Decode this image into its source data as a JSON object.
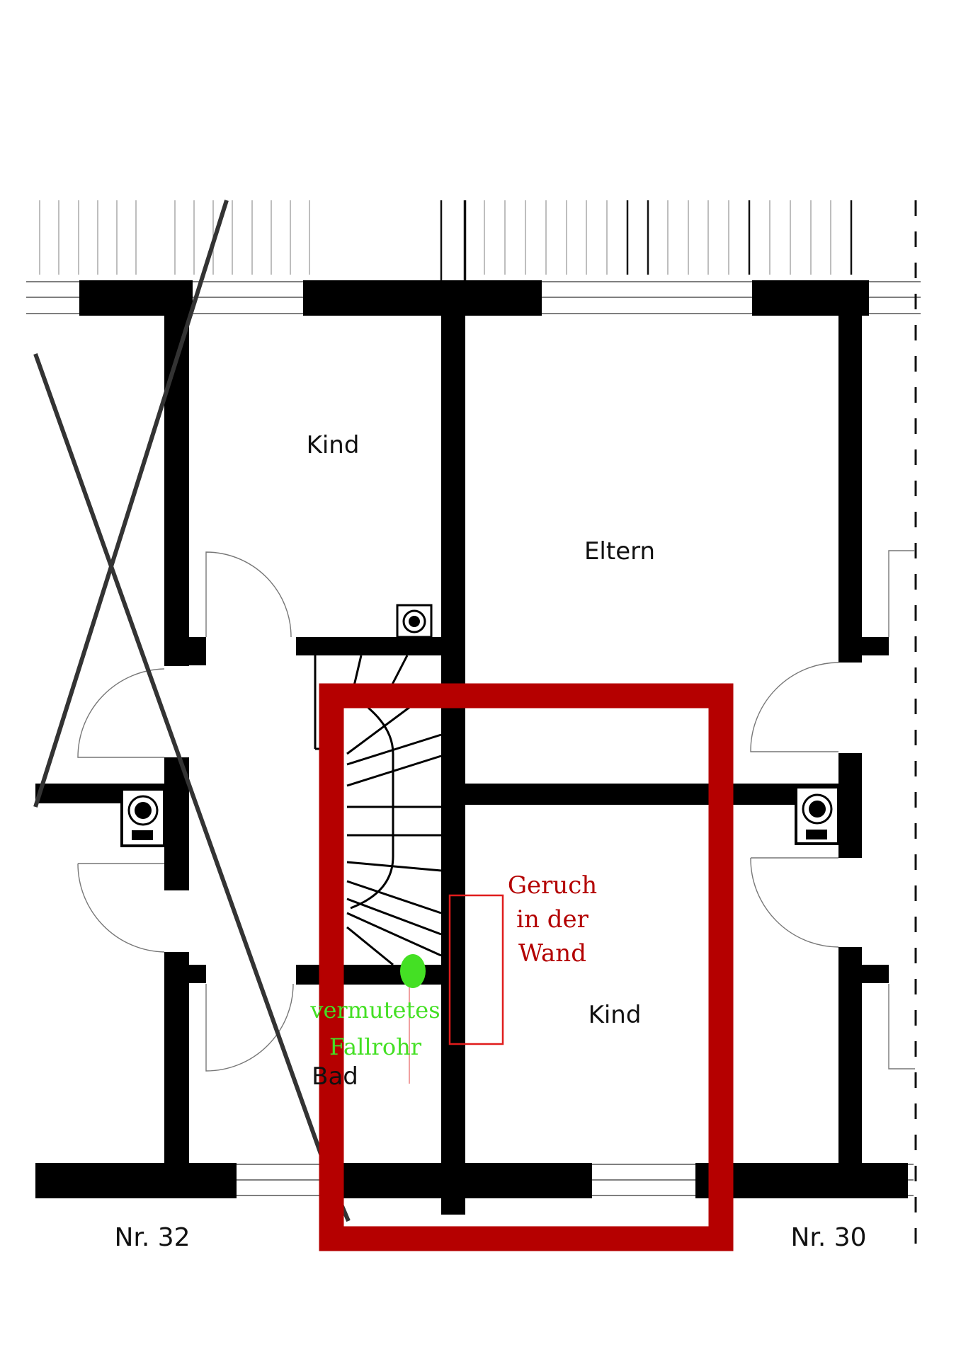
{
  "diagram": {
    "type": "floor_plan",
    "rooms": [
      {
        "id": "kind-top",
        "label": "Kind"
      },
      {
        "id": "eltern",
        "label": "Eltern"
      },
      {
        "id": "kind-bottom",
        "label": "Kind"
      },
      {
        "id": "bad",
        "label": "Bad"
      }
    ],
    "house_numbers": [
      {
        "id": "left",
        "label": "Nr. 32"
      },
      {
        "id": "right",
        "label": "Nr. 30"
      }
    ],
    "annotations": {
      "odor": {
        "lines": [
          "Geruch",
          "in der",
          "Wand"
        ],
        "color": "#b30000"
      },
      "pipe": {
        "lines": [
          "vermutetes",
          "Fallrohr"
        ],
        "color": "#44e024"
      },
      "highlight_box_color": "#b50000"
    },
    "colors": {
      "wall": "#000000",
      "diagonal_mark": "#333333",
      "background": "#ffffff"
    }
  }
}
